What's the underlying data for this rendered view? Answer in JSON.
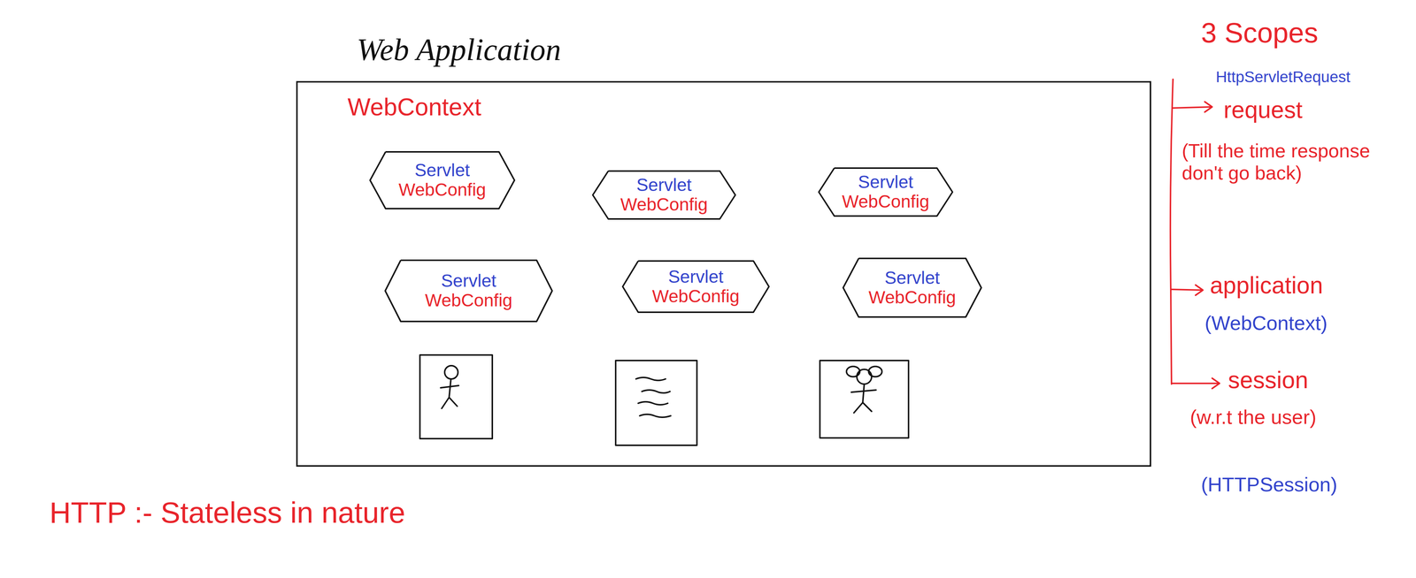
{
  "diagram": {
    "nodes": [
      {
        "text": [
          "Web Application",
          "WebContext"
        ]
      },
      {
        "text": [
          "Servlet",
          "WebConfig"
        ],
        "in": 0
      },
      {
        "text": [
          "Servlet",
          "WebConfig"
        ],
        "in": 0
      },
      {
        "text": [
          "Servlet",
          "WebConfig"
        ],
        "in": 0
      },
      {
        "text": [
          "Servlet",
          "WebConfig"
        ],
        "in": 0
      },
      {
        "text": [
          "Servlet",
          "WebConfig"
        ],
        "in": 0
      },
      {
        "text": [
          "Servlet",
          "WebConfig"
        ],
        "in": 0
      }
    ],
    "labels": [
      "3 Scopes",
      "HttpServletRequest",
      "request",
      "(Till the time response don't go back)",
      "application",
      "(WebContext)",
      "session",
      "(w.r.t the user)",
      "(HTTPSession)",
      "HTTP :- Stateless in nature"
    ]
  }
}
